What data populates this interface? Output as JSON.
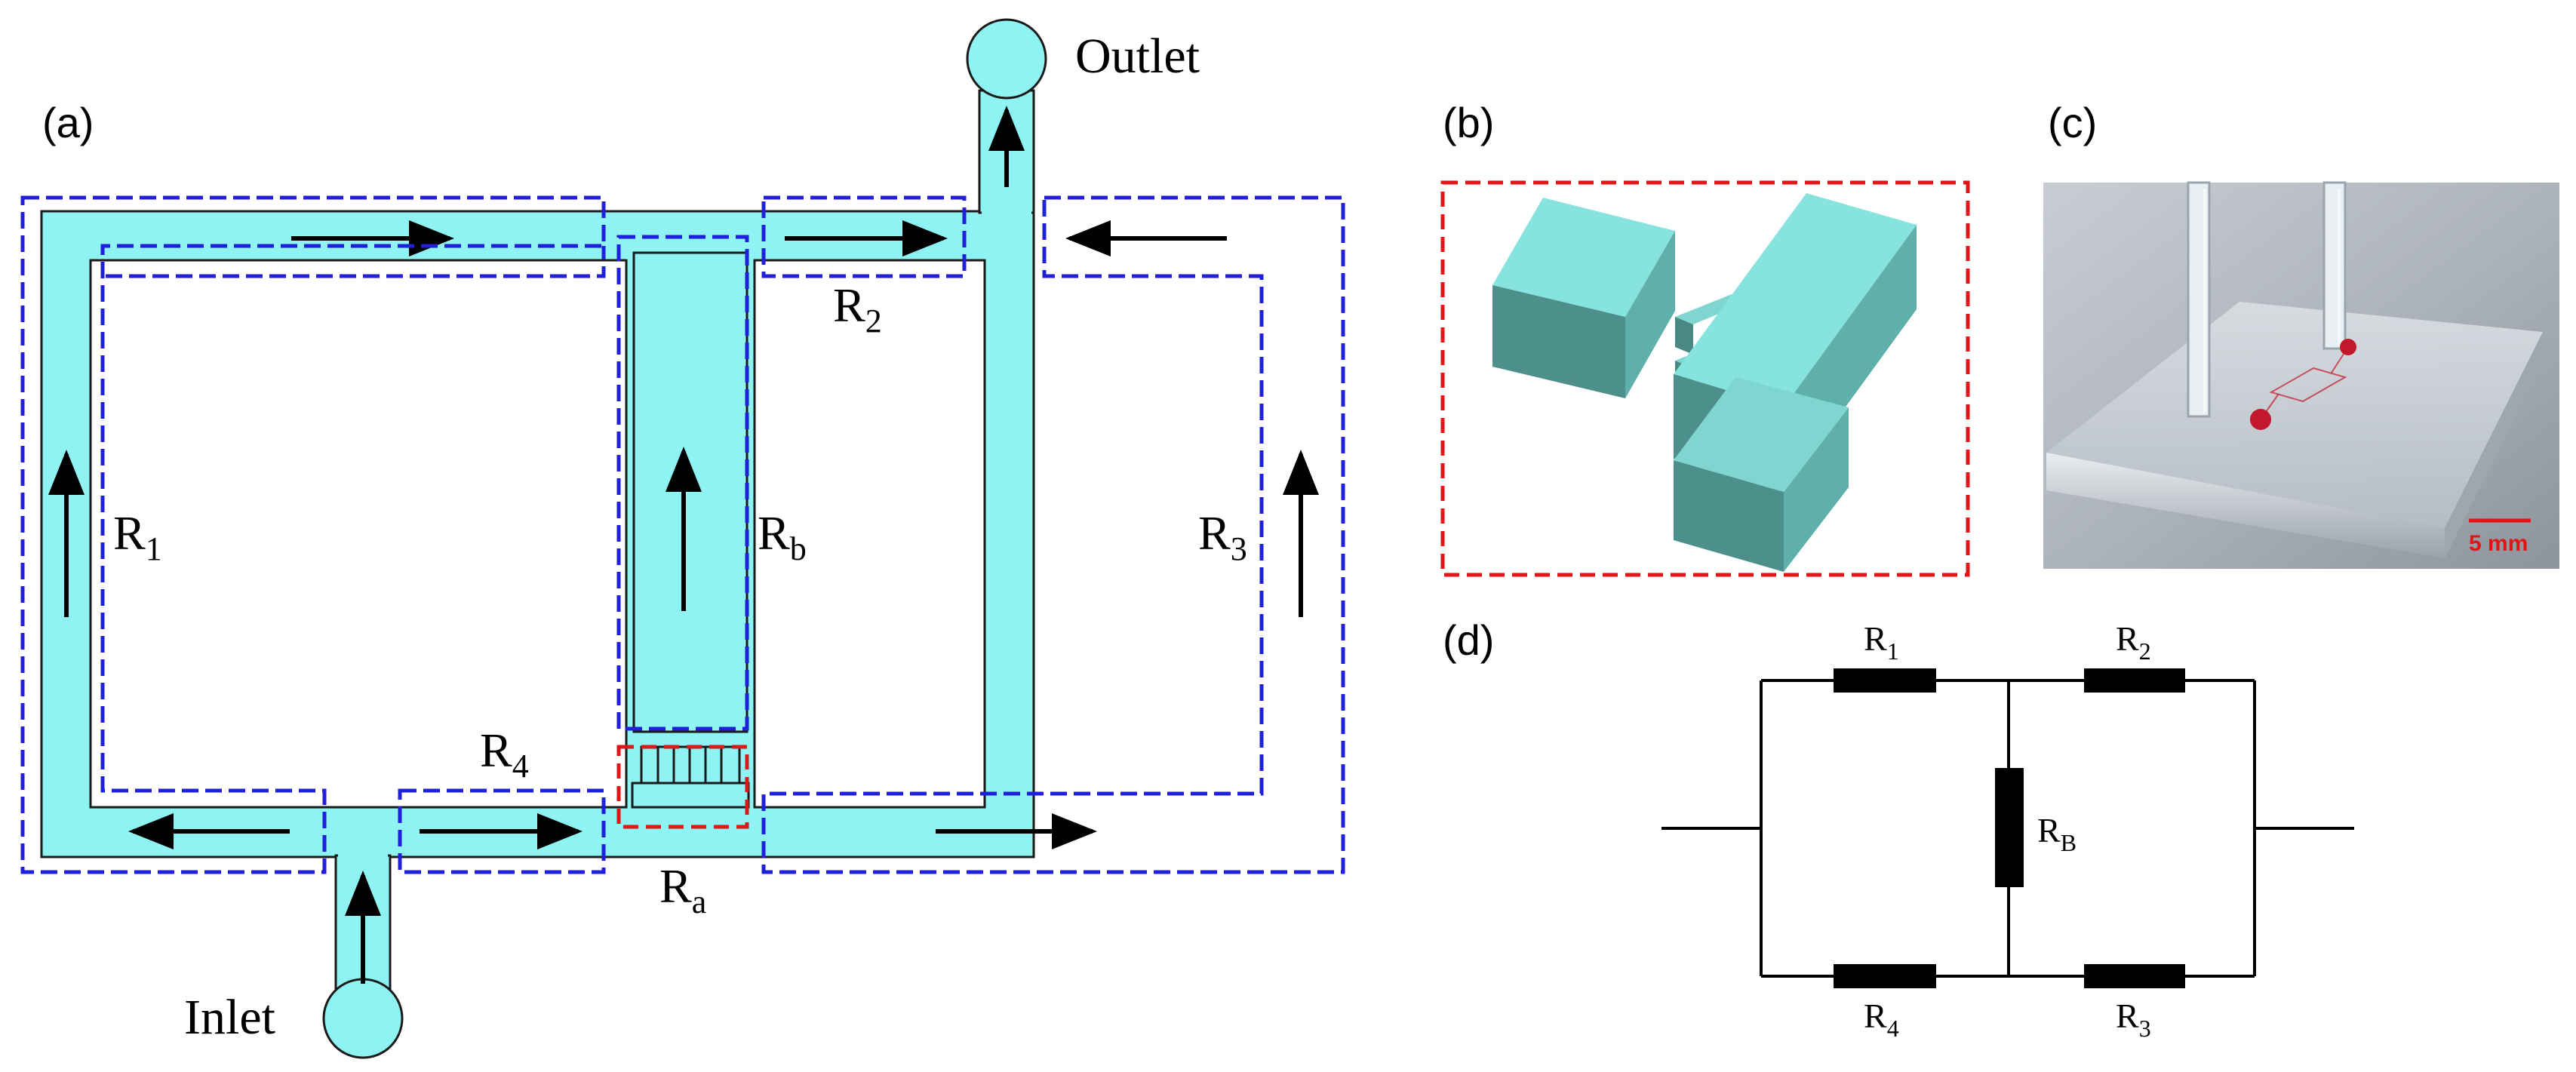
{
  "panel_labels": {
    "a": "(a)",
    "b": "(b)",
    "c": "(c)",
    "d": "(d)"
  },
  "panel_a": {
    "outlet_label": "Outlet",
    "inlet_label": "Inlet",
    "resistances": [
      {
        "id": "R1",
        "base": "R",
        "sub": "1"
      },
      {
        "id": "R2",
        "base": "R",
        "sub": "2"
      },
      {
        "id": "R3",
        "base": "R",
        "sub": "3"
      },
      {
        "id": "R4",
        "base": "R",
        "sub": "4"
      },
      {
        "id": "Ra",
        "base": "R",
        "sub": "a"
      },
      {
        "id": "Rb",
        "base": "R",
        "sub": "b"
      }
    ],
    "colors": {
      "channel": "#8EF3F2",
      "resistance_box": "#1f1fdc",
      "zoom_box": "#e01616"
    }
  },
  "panel_b": {
    "description_icon": "3d-junction-model",
    "color": "#7DDCD6"
  },
  "panel_c": {
    "scale_bar_label": "5 mm",
    "scale_bar_color": "#e01616"
  },
  "panel_d": {
    "resistors": [
      {
        "id": "R1",
        "base": "R",
        "sub": "1"
      },
      {
        "id": "R2",
        "base": "R",
        "sub": "2"
      },
      {
        "id": "RB",
        "base": "R",
        "sub": "B"
      },
      {
        "id": "R4",
        "base": "R",
        "sub": "4"
      },
      {
        "id": "R3",
        "base": "R",
        "sub": "3"
      }
    ]
  }
}
